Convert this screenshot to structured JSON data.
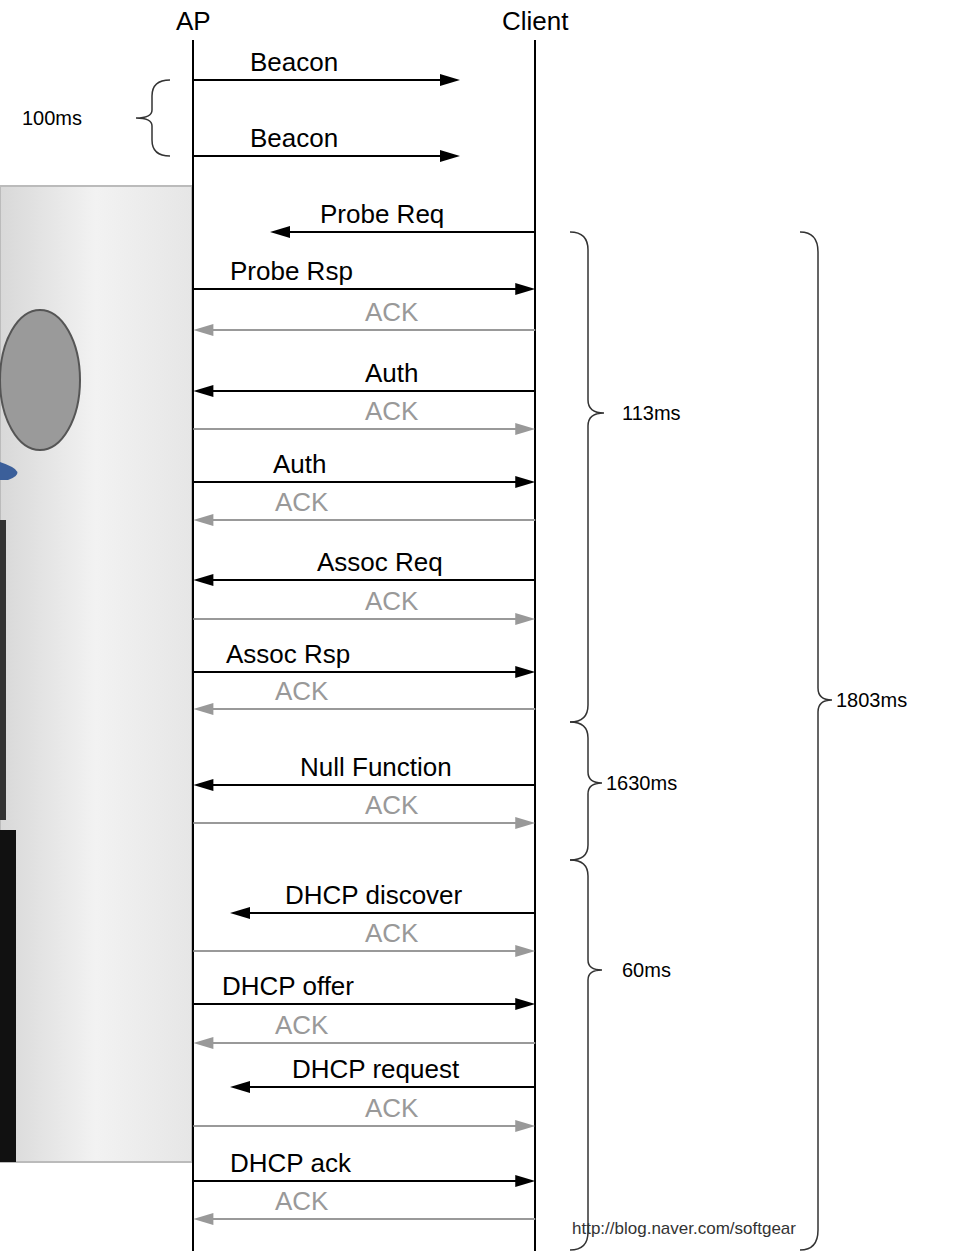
{
  "diagram": {
    "nodes": [
      {
        "text": [
          "AP"
        ]
      },
      {
        "text": [
          "Client"
        ]
      }
    ],
    "edges": [
      {
        "from": 0,
        "to": 1,
        "label": "Beacon",
        "arrow": "to"
      },
      {
        "from": 0,
        "to": 1,
        "label": "Beacon",
        "arrow": "to"
      },
      {
        "from": 1,
        "to": 0,
        "label": "Probe Req",
        "arrow": "to"
      },
      {
        "from": 0,
        "to": 1,
        "label": "Probe Rsp",
        "arrow": "to"
      },
      {
        "from": 1,
        "to": 0,
        "label": "ACK",
        "arrow": "to"
      },
      {
        "from": 1,
        "to": 0,
        "label": "Auth",
        "arrow": "to"
      },
      {
        "from": 0,
        "to": 1,
        "label": "ACK",
        "arrow": "to"
      },
      {
        "from": 0,
        "to": 1,
        "label": "Auth",
        "arrow": "to"
      },
      {
        "from": 1,
        "to": 0,
        "label": "ACK",
        "arrow": "to"
      },
      {
        "from": 1,
        "to": 0,
        "label": "Assoc Req",
        "arrow": "to"
      },
      {
        "from": 0,
        "to": 1,
        "label": "ACK",
        "arrow": "to"
      },
      {
        "from": 0,
        "to": 1,
        "label": "Assoc Rsp",
        "arrow": "to"
      },
      {
        "from": 1,
        "to": 0,
        "label": "ACK",
        "arrow": "to"
      },
      {
        "from": 1,
        "to": 0,
        "label": "Null Function",
        "arrow": "to"
      },
      {
        "from": 0,
        "to": 1,
        "label": "ACK",
        "arrow": "to"
      },
      {
        "from": 1,
        "to": 0,
        "label": "DHCP discover",
        "arrow": "to"
      },
      {
        "from": 0,
        "to": 1,
        "label": "ACK",
        "arrow": "to"
      },
      {
        "from": 0,
        "to": 1,
        "label": "DHCP offer",
        "arrow": "to"
      },
      {
        "from": 1,
        "to": 0,
        "label": "ACK",
        "arrow": "to"
      },
      {
        "from": 1,
        "to": 0,
        "label": "DHCP request",
        "arrow": "to"
      },
      {
        "from": 0,
        "to": 1,
        "label": "ACK",
        "arrow": "to"
      },
      {
        "from": 0,
        "to": 1,
        "label": "DHCP ack",
        "arrow": "to"
      },
      {
        "from": 1,
        "to": 0,
        "label": "ACK",
        "arrow": "to"
      }
    ],
    "labels": [
      "100ms",
      "113ms",
      "1630ms",
      "60ms",
      "1803ms",
      "http://blog.naver.com/softgear"
    ]
  }
}
